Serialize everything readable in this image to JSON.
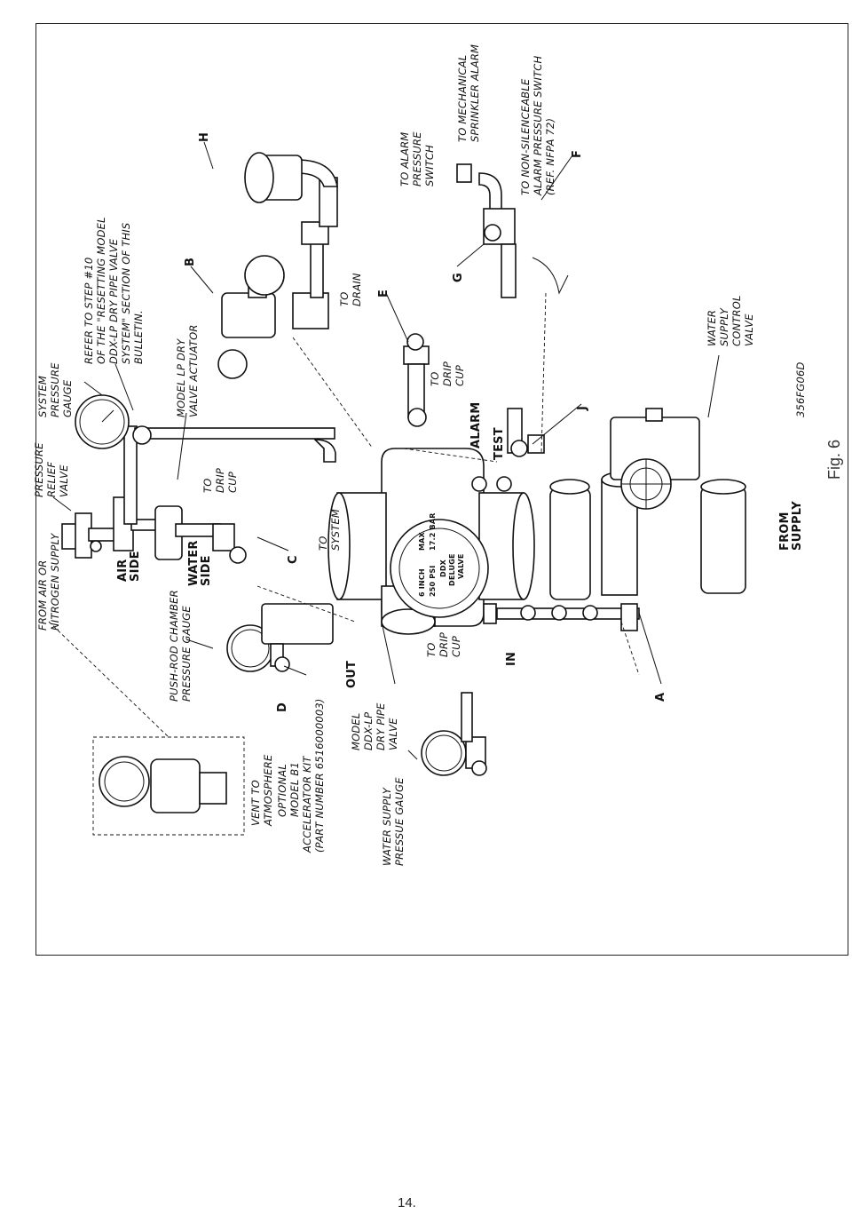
{
  "figure_label": "Fig. 6",
  "page_number": "14.",
  "drawing_id": "356FG06D",
  "callouts": {
    "A": "A",
    "B": "B",
    "C": "C",
    "D": "D",
    "E": "E",
    "F": "F",
    "G": "G",
    "H": "H",
    "J": "J"
  },
  "labels": {
    "from_air": [
      "FROM AIR OR",
      "NITROGEN SUPPLY"
    ],
    "relief_valve": [
      "PRESSURE",
      "RELIEF",
      "VALVE"
    ],
    "system_gauge": [
      "SYSTEM",
      "PRESSURE",
      "GAUGE"
    ],
    "refer": [
      "REFER TO STEP #10",
      "OF THE \"RESETTING MODEL",
      "DDX-LP DRY PIPE VALVE",
      "SYSTEM\" SECTION OF THIS",
      "BULLETIN."
    ],
    "actuator": [
      "MODEL LP DRY",
      "VALVE ACTUATOR"
    ],
    "air_side": [
      "AIR",
      "SIDE"
    ],
    "water_side": [
      "WATER",
      "SIDE"
    ],
    "to_drip_cup_1": [
      "TO",
      "DRIP",
      "CUP"
    ],
    "pushrod": [
      "PUSH-ROD CHAMBER",
      "PRESSURE GAUGE"
    ],
    "vent": [
      "VENT TO",
      "ATMOSPHERE"
    ],
    "accelerator": [
      "OPTIONAL",
      "MODEL B1",
      "ACCELERATOR KIT",
      "(PART NUMBER 6516000003)"
    ],
    "to_system": [
      "TO",
      "SYSTEM"
    ],
    "out": "OUT",
    "in": "IN",
    "ddx_valve": [
      "MODEL",
      "DDX-LP",
      "DRY PIPE",
      "VALVE"
    ],
    "ws_gauge": [
      "WATER SUPPLY",
      "PRESSUE GAUGE"
    ],
    "to_drip_cup_2": [
      "TO",
      "DRIP",
      "CUP"
    ],
    "to_drain": [
      "TO",
      "DRAIN"
    ],
    "to_drip_cup_3": [
      "TO",
      "DRIP",
      "CUP"
    ],
    "alarm": "ALARM",
    "test": "TEST",
    "to_alarm_switch": [
      "TO ALARM",
      "PRESSURE",
      "SWITCH"
    ],
    "to_mech_alarm": [
      "TO MECHANICAL",
      "SPRINKLER ALARM"
    ],
    "to_non_silence": [
      "TO NON-SILENCEABLE",
      "ALARM PRESSURE SWITCH",
      "(REF. NFPA 72)"
    ],
    "ws_control": [
      "WATER",
      "SUPPLY",
      "CONTROL",
      "VALVE"
    ],
    "from_supply": [
      "FROM",
      "SUPPLY"
    ]
  },
  "nameplate": [
    "6 INCH",
    "250 PSI",
    "MAX",
    "DDX",
    "DELUGE",
    "VALVE",
    "17.2 BAR"
  ]
}
